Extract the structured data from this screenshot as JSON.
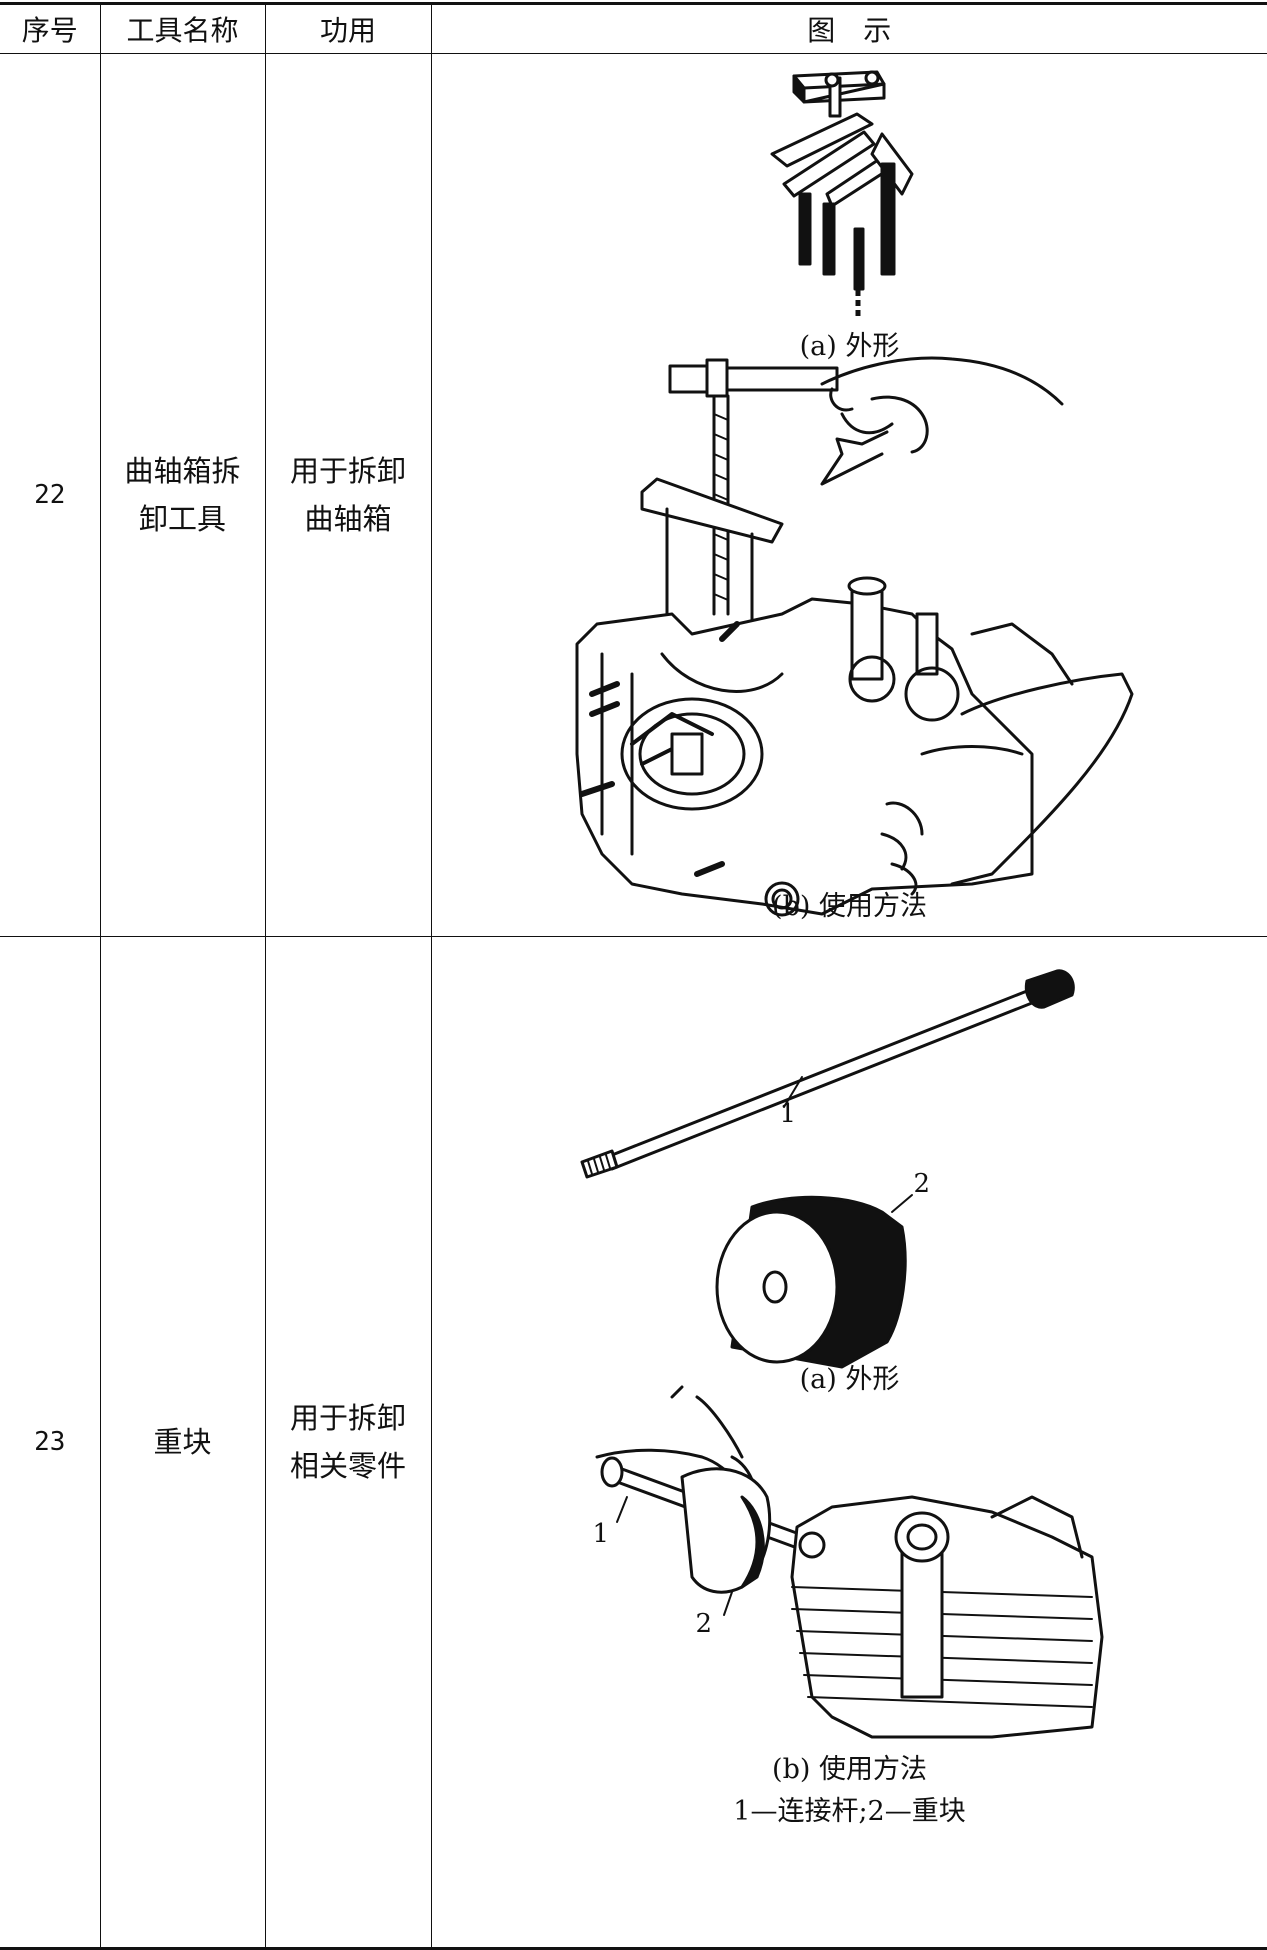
{
  "table": {
    "headers": {
      "index": "序号",
      "tool_name": "工具名称",
      "function": "功用",
      "figure": "图　示"
    },
    "rows": [
      {
        "index": "22",
        "tool_name_line1": "曲轴箱拆",
        "tool_name_line2": "卸工具",
        "function_line1": "用于拆卸",
        "function_line2": "曲轴箱",
        "caption_a": "(a) 外形",
        "caption_b": "(b) 使用方法"
      },
      {
        "index": "23",
        "tool_name_line1": "重块",
        "function_line1": "用于拆卸",
        "function_line2": "相关零件",
        "caption_a": "(a) 外形",
        "caption_b": "(b) 使用方法",
        "label_1_top": "1",
        "label_2_top": "2",
        "label_1_bottom": "1",
        "label_2_bottom": "2",
        "legend": "1—连接杆;2—重块"
      }
    ]
  }
}
